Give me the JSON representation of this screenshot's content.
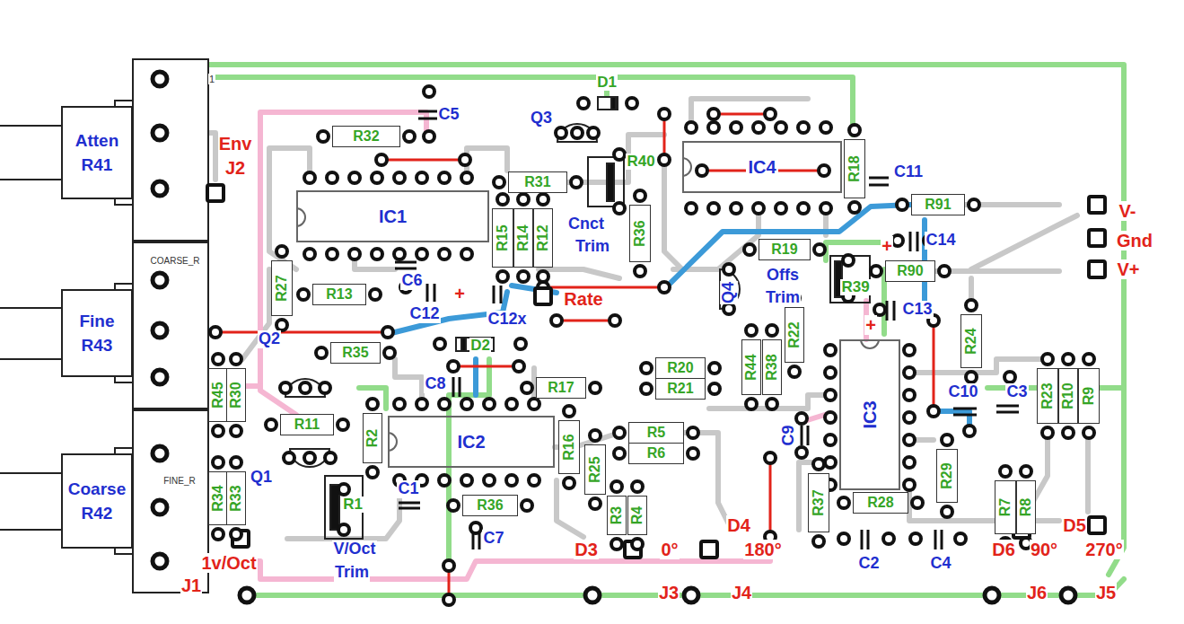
{
  "diagram": {
    "nodes": [
      {
        "text": [
          "Atten",
          "R41"
        ]
      },
      {
        "text": [
          "Fine",
          "R43"
        ]
      },
      {
        "text": [
          "Coarse",
          "R42"
        ]
      },
      {
        "text": [
          "IC1"
        ]
      },
      {
        "text": [
          "IC2"
        ]
      },
      {
        "text": [
          "IC3"
        ]
      },
      {
        "text": [
          "IC4"
        ]
      },
      {
        "text": [
          "R32"
        ]
      },
      {
        "text": [
          "R31"
        ]
      },
      {
        "text": [
          "R27"
        ]
      },
      {
        "text": [
          "R13"
        ]
      },
      {
        "text": [
          "R15"
        ]
      },
      {
        "text": [
          "R14"
        ]
      },
      {
        "text": [
          "R12"
        ]
      },
      {
        "text": [
          "R36"
        ]
      },
      {
        "text": [
          "R18"
        ]
      },
      {
        "text": [
          "R91"
        ]
      },
      {
        "text": [
          "R19"
        ]
      },
      {
        "text": [
          "R90"
        ]
      },
      {
        "text": [
          "R22"
        ]
      },
      {
        "text": [
          "R24"
        ]
      },
      {
        "text": [
          "R35"
        ]
      },
      {
        "text": [
          "R20"
        ]
      },
      {
        "text": [
          "R21"
        ]
      },
      {
        "text": [
          "R44"
        ]
      },
      {
        "text": [
          "R38"
        ]
      },
      {
        "text": [
          "R17"
        ]
      },
      {
        "text": [
          "R45"
        ]
      },
      {
        "text": [
          "R30"
        ]
      },
      {
        "text": [
          "R11"
        ]
      },
      {
        "text": [
          "R2"
        ]
      },
      {
        "text": [
          "R16"
        ]
      },
      {
        "text": [
          "R25"
        ]
      },
      {
        "text": [
          "R5"
        ]
      },
      {
        "text": [
          "R6"
        ]
      },
      {
        "text": [
          "R34"
        ]
      },
      {
        "text": [
          "R33"
        ]
      },
      {
        "text": [
          "R36"
        ]
      },
      {
        "text": [
          "R3"
        ]
      },
      {
        "text": [
          "R4"
        ]
      },
      {
        "text": [
          "R23"
        ]
      },
      {
        "text": [
          "R10"
        ]
      },
      {
        "text": [
          "R9"
        ]
      },
      {
        "text": [
          "R29"
        ]
      },
      {
        "text": [
          "R37"
        ]
      },
      {
        "text": [
          "R28"
        ]
      },
      {
        "text": [
          "R7"
        ]
      },
      {
        "text": [
          "R8"
        ]
      }
    ],
    "labels": [
      "1",
      "Env",
      "J2",
      "COARSE_R",
      "FINE_R",
      "1v/Oct",
      "J1",
      "Q3",
      "D1",
      "C5",
      "R40",
      "Cnct",
      "Trim",
      "C11",
      "V-",
      "Gnd",
      "V+",
      "+",
      "C14",
      "Offs",
      "Trim",
      "R39",
      "C13",
      "+",
      "C6",
      "+",
      "C12",
      "C12x",
      "Rate",
      "Q4",
      "D2",
      "Q2",
      "C8",
      "C10",
      "C3",
      "C9",
      "Q1",
      "R1",
      "C1",
      "C7",
      "V/Oct",
      "Trim",
      "D3",
      "0°",
      "D4",
      "180°",
      "C2",
      "C4",
      "D6",
      "D5",
      "90°",
      "270°",
      "J3",
      "J4",
      "J6",
      "J5"
    ]
  }
}
